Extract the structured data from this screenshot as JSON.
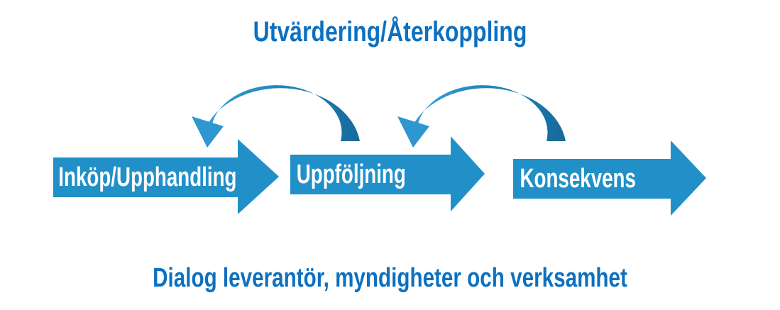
{
  "diagram": {
    "title": "Utvärdering/Återkoppling",
    "footer": "Dialog leverantör, myndigheter och verksamhet",
    "process_arrows": [
      {
        "label": "Inköp/Upphandling"
      },
      {
        "label": "Uppföljning"
      },
      {
        "label": "Konsekvens"
      }
    ]
  },
  "colors": {
    "text_blue": "#0d70c0",
    "arrow_blue": "#2190c8",
    "label_white": "#ffffff",
    "arc_light": "#359fd6",
    "arc_mid": "#1e84b8",
    "arc_dark": "#176a9b",
    "arc_head": "#2e96d1"
  }
}
